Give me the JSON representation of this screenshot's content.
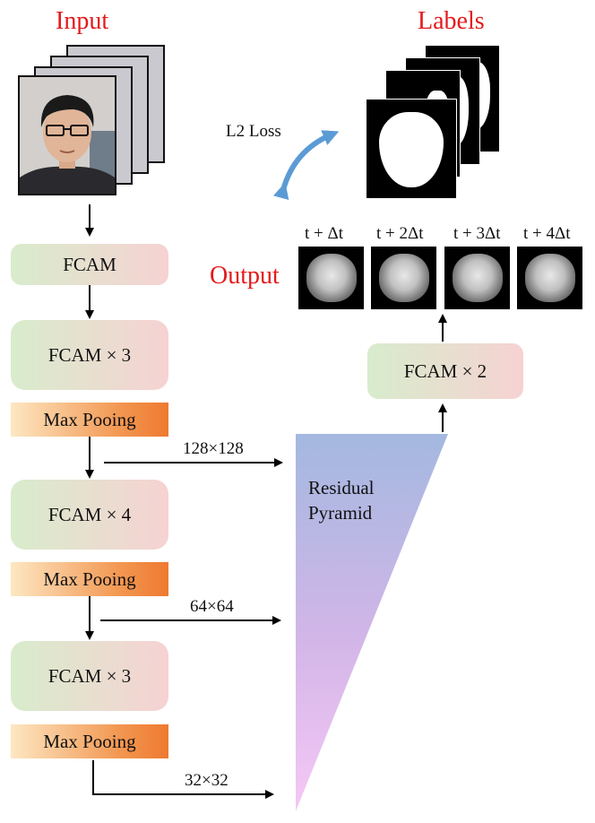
{
  "titles": {
    "input": "Input",
    "labels": "Labels",
    "output": "Output"
  },
  "loss": "L2 Loss",
  "encoder": {
    "block1": "FCAM",
    "block2": "FCAM × 3",
    "pool1": "Max Pooing",
    "block3": "FCAM × 4",
    "pool2": "Max Pooing",
    "block4": "FCAM × 3",
    "pool3": "Max Pooing"
  },
  "dims": {
    "d1": "128×128",
    "d2": "64×64",
    "d3": "32×32"
  },
  "pyramid": {
    "line1": "Residual",
    "line2": "Pyramid"
  },
  "decoder": {
    "block": "FCAM × 2"
  },
  "time_labels": [
    "t + Δt",
    "t + 2Δt",
    "t + 3Δt",
    "t + 4Δt"
  ],
  "colors": {
    "title": "#e41a1c",
    "loss_arrow": "#5b9bd5"
  }
}
